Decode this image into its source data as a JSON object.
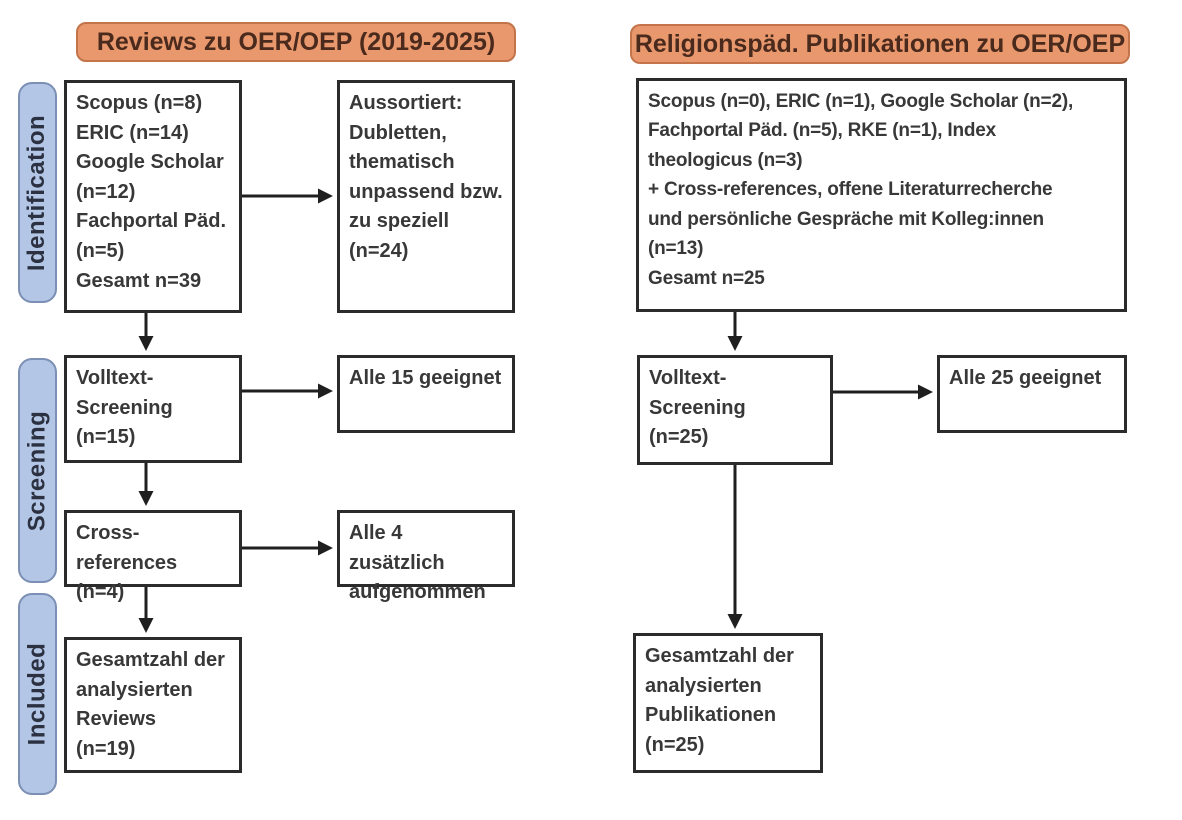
{
  "palette": {
    "header_fill": "#E9986D",
    "header_border": "#C4744B",
    "header_text": "#4A2A1C",
    "stage_fill": "#B3C6E6",
    "stage_border": "#7C8FB4",
    "box_border": "#2B2B2B",
    "box_text": "#383838",
    "arrow_color": "#1F1F1F"
  },
  "stage_labels": [
    {
      "label": "Identification"
    },
    {
      "label": "Screening"
    },
    {
      "label": "Included"
    }
  ],
  "left_column": {
    "header": "Reviews zu OER/OEP (2019-2025)",
    "sources_box": "Scopus (n=8)\nERIC (n=14)\nGoogle Scholar\n(n=12)\nFachportal Päd.\n(n=5)\nGesamt n=39",
    "excluded_box": "Aussortiert:\nDubletten,\nthematisch\nunpassend bzw.\nzu speziell\n(n=24)",
    "fulltext_box": "Volltext-\nScreening\n(n=15)",
    "fulltext_result_box": "Alle 15 geeignet",
    "crossref_box": "Cross-references\n(n=4)",
    "crossref_result_box": "Alle 4 zusätzlich\naufgenommen",
    "included_box": "Gesamtzahl der\nanalysierten\nReviews\n(n=19)"
  },
  "right_column": {
    "header": "Religionspäd. Publikationen zu OER/OEP",
    "sources_box": "Scopus (n=0), ERIC (n=1), Google Scholar (n=2),\nFachportal Päd. (n=5), RKE (n=1), Index\ntheologicus (n=3)\n+ Cross-references, offene Literaturrecherche\nund persönliche Gespräche mit Kolleg:innen\n(n=13)\nGesamt n=25",
    "fulltext_box": "Volltext-\nScreening\n(n=25)",
    "fulltext_result_box": "Alle 25 geeignet",
    "included_box": "Gesamtzahl der\nanalysierten\nPublikationen\n(n=25)"
  }
}
